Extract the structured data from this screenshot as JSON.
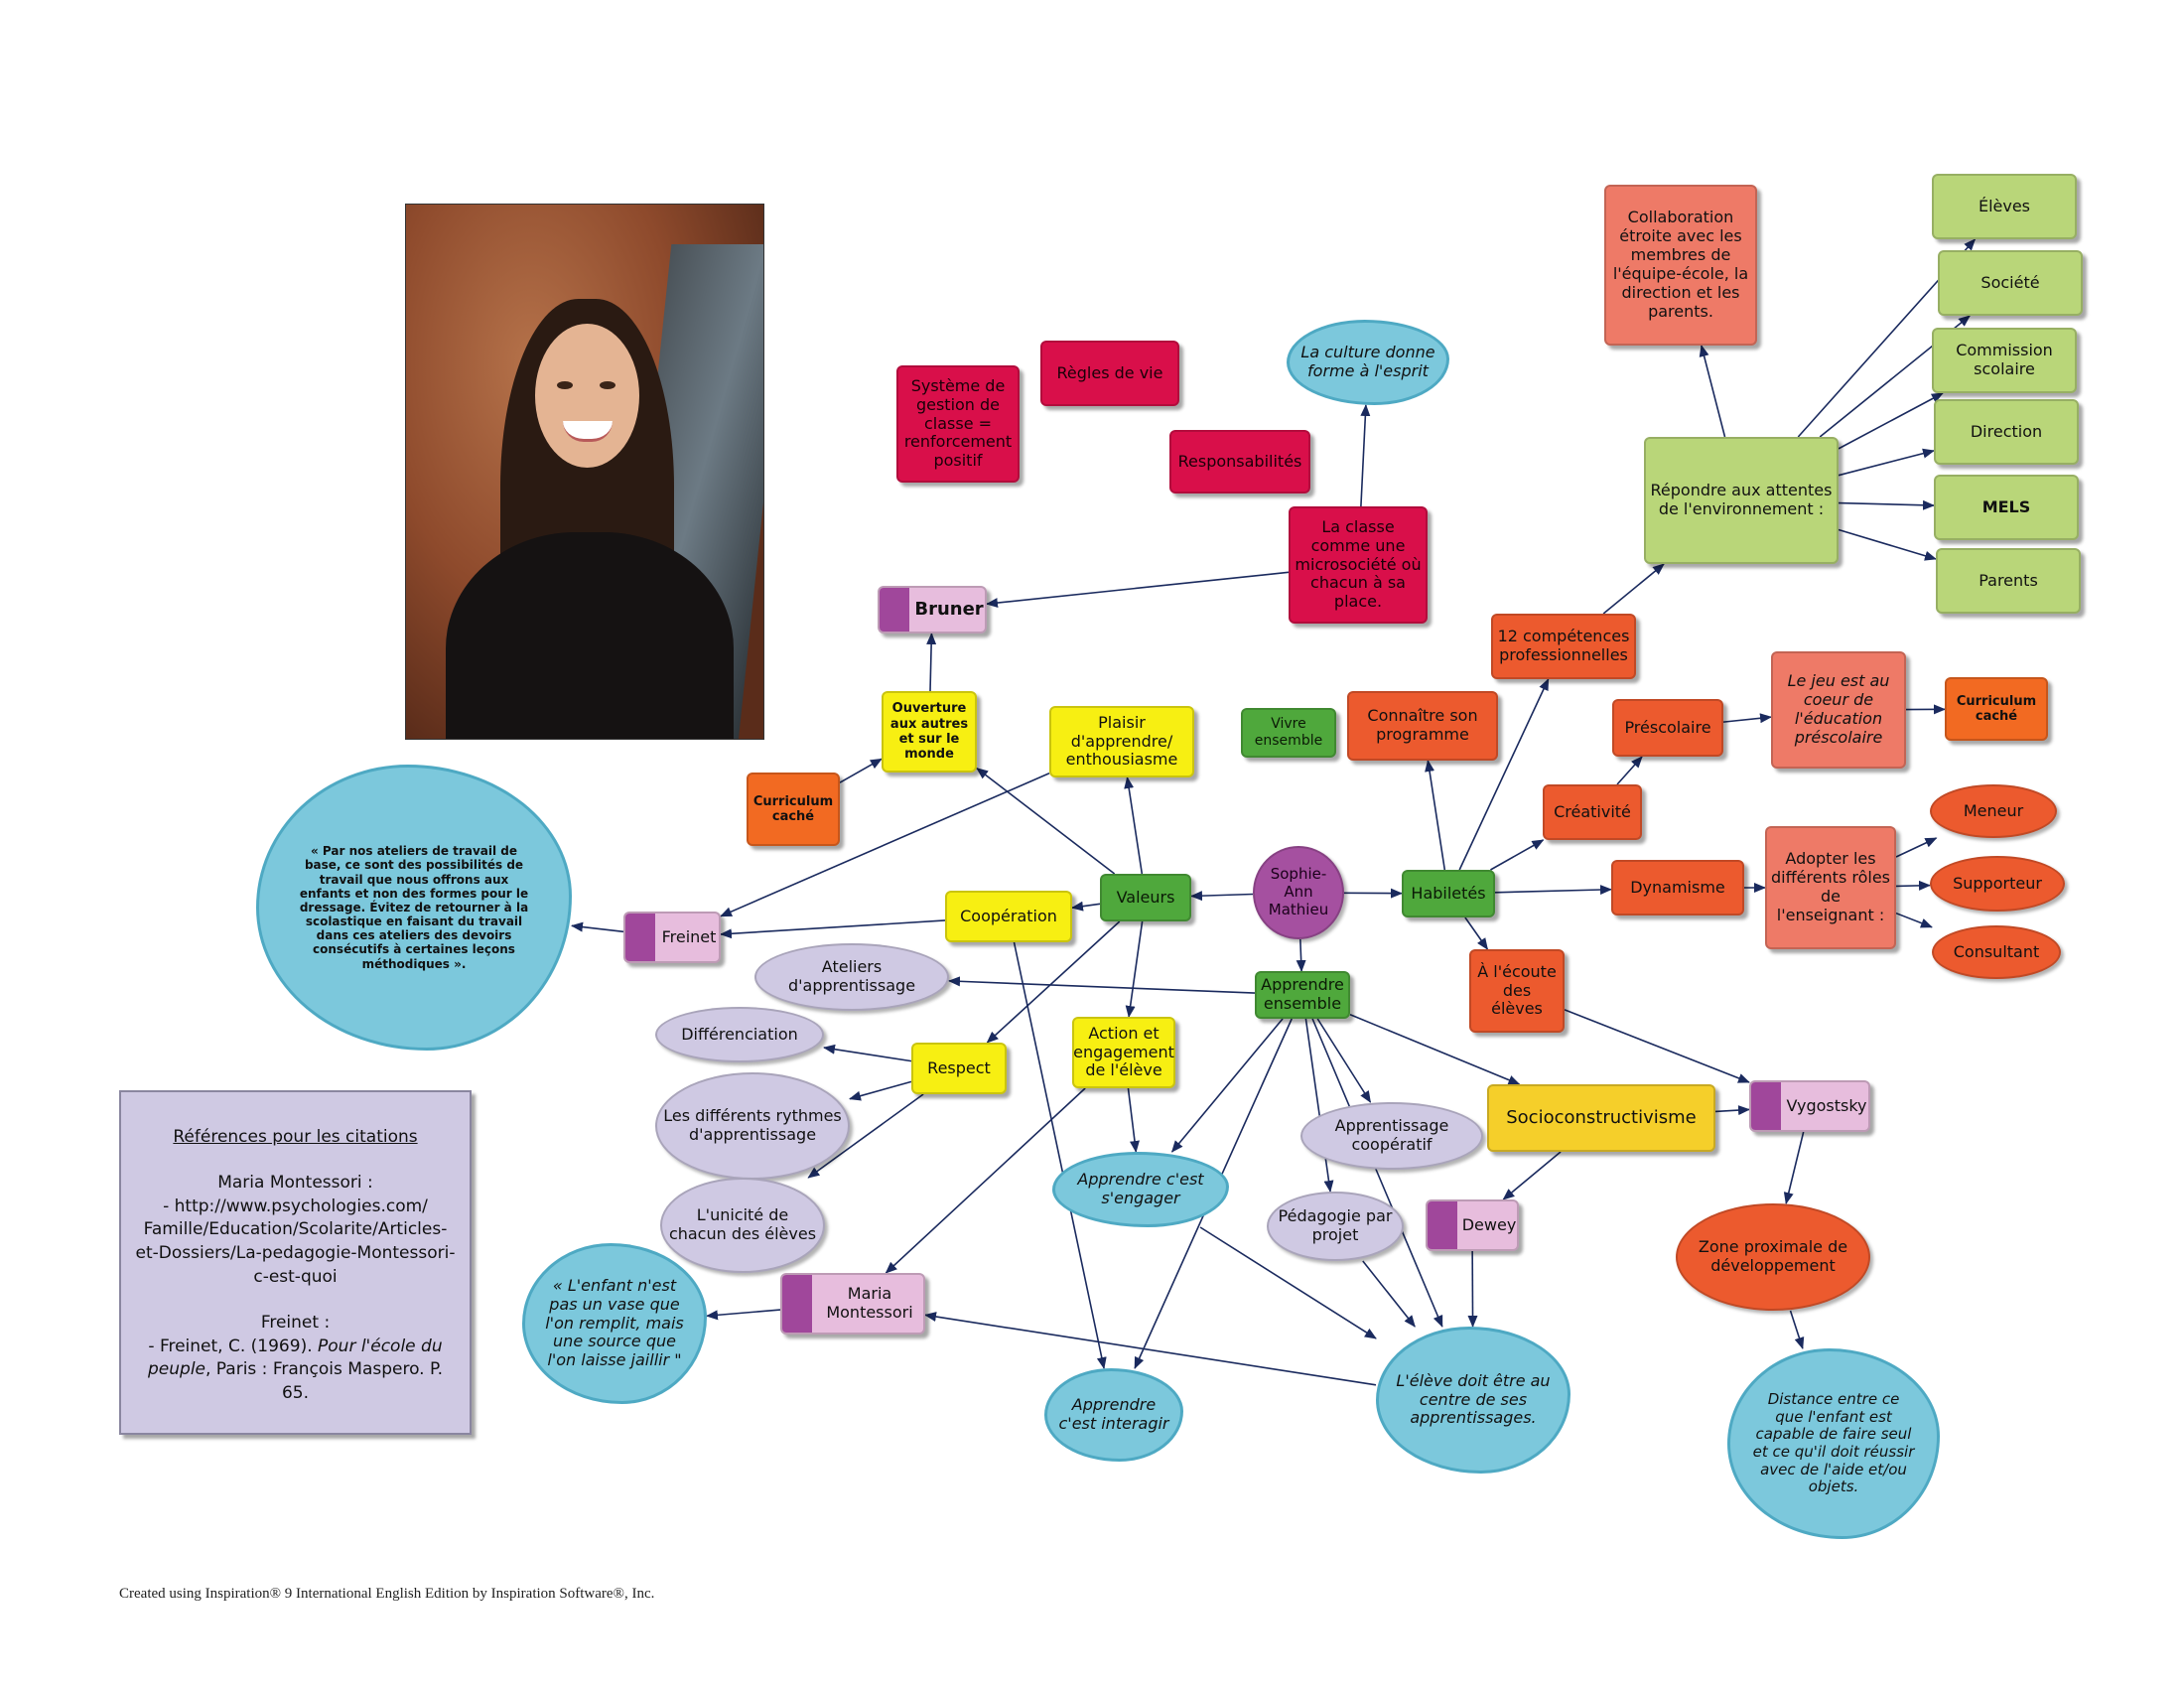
{
  "nodes": {
    "sophie": "Sophie-Ann Mathieu",
    "valeurs": "Valeurs",
    "habiletes": "Habiletés",
    "vivre": "Vivre ensemble",
    "apprendre_ensemble": "Apprendre ensemble",
    "plaisir": "Plaisir d'apprendre/ enthousiasme",
    "ouverture": "Ouverture aux autres et sur le monde",
    "curriculum1": "Curriculum caché",
    "bruner": "Bruner",
    "systeme": "Système de gestion de classe = renforcement positif",
    "regles": "Règles de vie",
    "responsabilites": "Responsabilités",
    "culture": "La culture donne forme à l'esprit",
    "microsociete": "La classe comme une microsociété où chacun à sa place.",
    "collaboration": "Collaboration étroite avec les membres de l'équipe-école, la direction et les parents.",
    "repondre": "Répondre aux attentes de l'environnement :",
    "eleves": "Élèves",
    "societe": "Société",
    "commission": "Commission scolaire",
    "direction": "Direction",
    "mels": "MELS",
    "parents": "Parents",
    "competences": "12 compétences professionnelles",
    "connaitre": "Connaître son programme",
    "prescolaire": "Préscolaire",
    "jeu": "Le jeu est au coeur de l'éducation préscolaire",
    "curriculum2": "Curriculum caché",
    "creativite": "Créativité",
    "dynamisme": "Dynamisme",
    "roles": "Adopter les différents rôles de l'enseignant :",
    "meneur": "Meneur",
    "supporteur": "Supporteur",
    "consultant": "Consultant",
    "ecoute": "À l'écoute des élèves",
    "cooperation": "Coopération",
    "ateliers": "Ateliers d'apprentissage",
    "freinet": "Freinet",
    "freinet_quote": "« Par nos ateliers de travail de base, ce sont des possibilités de travail que nous offrons aux enfants et non des formes pour le dressage. Évitez de retourner à la scolastique en faisant du travail dans ces ateliers des devoirs consécutifs à certaines leçons méthodiques ».",
    "respect": "Respect",
    "differenciation": "Différenciation",
    "rythmes": "Les différents rythmes d'apprentissage",
    "unicite": "L'unicité de chacun des élèves",
    "action": "Action et engagement de l'élève",
    "engager": "Apprendre c'est s'engager",
    "interagir": "Apprendre c'est interagir",
    "coop_app": "Apprentissage coopératif",
    "pedagogie": "Pédagogie par projet",
    "socio": "Socioconstructivisme",
    "vygotsky": "Vygostsky",
    "dewey": "Dewey",
    "zone": "Zone proximale de développement",
    "distance": "Distance entre ce que l'enfant est capable de faire seul et ce qu'il doit réussir avec de l'aide et/ou objets.",
    "centre": "L'élève doit être au centre de ses apprentissages.",
    "montessori": "Maria Montessori",
    "montessori_quote": "« L'enfant n'est pas un vase que l'on remplit, mais une source que l'on laisse jaillir \""
  },
  "references": {
    "title": "Références pour les citations",
    "montessori_label": "Maria Montessori :",
    "montessori_ref": "- http://www.psychologies.com/ Famille/Education/Scolarite/Articles-et-Dossiers/La-pedagogie-Montessori-c-est-quoi",
    "freinet_label": "Freinet :",
    "freinet_ref_pre": "- Freinet, C. (1969). ",
    "freinet_ref_title": "Pour l'école du peuple",
    "freinet_ref_post": ", Paris : François Maspero. P. 65."
  },
  "footer": "Created using Inspiration® 9 International English Edition by Inspiration Software®, Inc.",
  "colors": {
    "edge": "#1a2a5e",
    "red": "#d90f4a",
    "salmon": "#ee7a67",
    "green": "#4fa83c",
    "yellow": "#f7ef12",
    "lavender": "#cfc9e3",
    "cloud": "#7cc8dc",
    "purple": "#a550a0"
  }
}
